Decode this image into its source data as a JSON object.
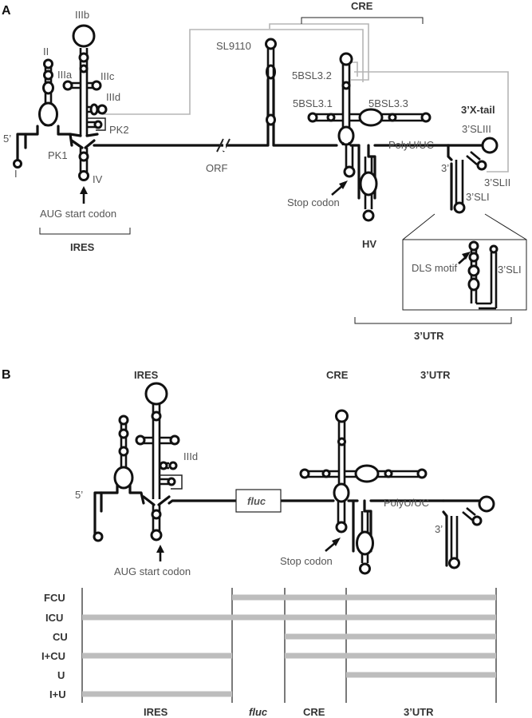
{
  "panelA": {
    "letter": "A",
    "labels": {
      "five_prime": "5’",
      "i": "I",
      "ii": "II",
      "iiia": "IIIa",
      "iiib": "IIIb",
      "iiic": "IIIc",
      "iiid": "IIId",
      "pk1": "PK1",
      "pk2": "PK2",
      "iv": "IV",
      "aug": "AUG start codon",
      "ires": "IRES",
      "orf": "ORF",
      "sl9110": "SL9110",
      "cre": "CRE",
      "bsl32": "5BSL3.2",
      "bsl31": "5BSL3.1",
      "bsl33": "5BSL3.3",
      "stop": "Stop codon",
      "hv": "HV",
      "polyu": "PolyU/UC",
      "xtail": "3’X-tail",
      "sliii": "3’SLIII",
      "slii": "3’SLII",
      "sli": "3’SLI",
      "three_prime": "3’",
      "dls": "DLS motif",
      "inset_sli": "3’SLI",
      "utr": "3’UTR"
    }
  },
  "panelB": {
    "letter": "B",
    "headers": {
      "ires": "IRES",
      "cre": "CRE",
      "utr": "3’UTR"
    },
    "labels": {
      "five_prime": "5’",
      "iiid": "IIId",
      "fluc": "fluc",
      "polyu": "PolyU/UC",
      "three_prime": "3’",
      "aug": "AUG start codon",
      "stop": "Stop codon"
    },
    "constructs": {
      "rows": [
        "FCU",
        "ICU",
        "CU",
        "I+CU",
        "U",
        "I+U"
      ],
      "regions": [
        "IRES",
        "fluc",
        "CRE",
        "3’UTR"
      ],
      "segments": [
        [
          "fluc",
          "CRE",
          "3’UTR"
        ],
        [
          "IRES",
          "fluc",
          "CRE",
          "3’UTR"
        ],
        [
          "CRE",
          "3’UTR"
        ],
        [
          "IRES",
          "CRE",
          "3’UTR"
        ],
        [
          "3’UTR"
        ],
        [
          "IRES"
        ]
      ]
    }
  }
}
